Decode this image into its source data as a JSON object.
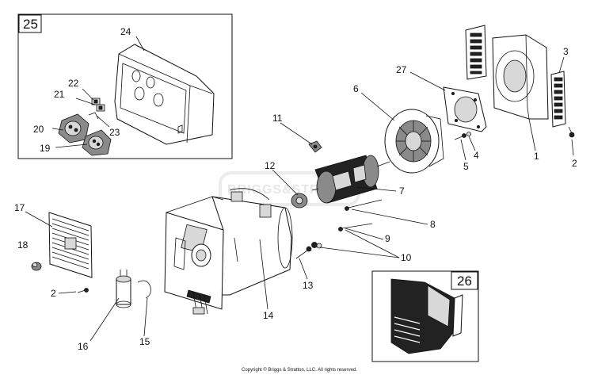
{
  "callouts": {
    "c1": "1",
    "c2a": "2",
    "c2b": "2",
    "c3": "3",
    "c4": "4",
    "c5": "5",
    "c6": "6",
    "c7": "7",
    "c8": "8",
    "c9": "9",
    "c10": "10",
    "c11": "11",
    "c12": "12",
    "c13": "13",
    "c14": "14",
    "c15": "15",
    "c16": "16",
    "c17": "17",
    "c18": "18",
    "c19": "19",
    "c20": "20",
    "c21": "21",
    "c22": "22",
    "c23": "23",
    "c24": "24",
    "c27": "27"
  },
  "boxes": {
    "box25": "25",
    "box26": "26"
  },
  "watermark": "BRIGGS&STRATTON",
  "copyright": "Copyright © Briggs & Stratton, LLC. All rights reserved."
}
